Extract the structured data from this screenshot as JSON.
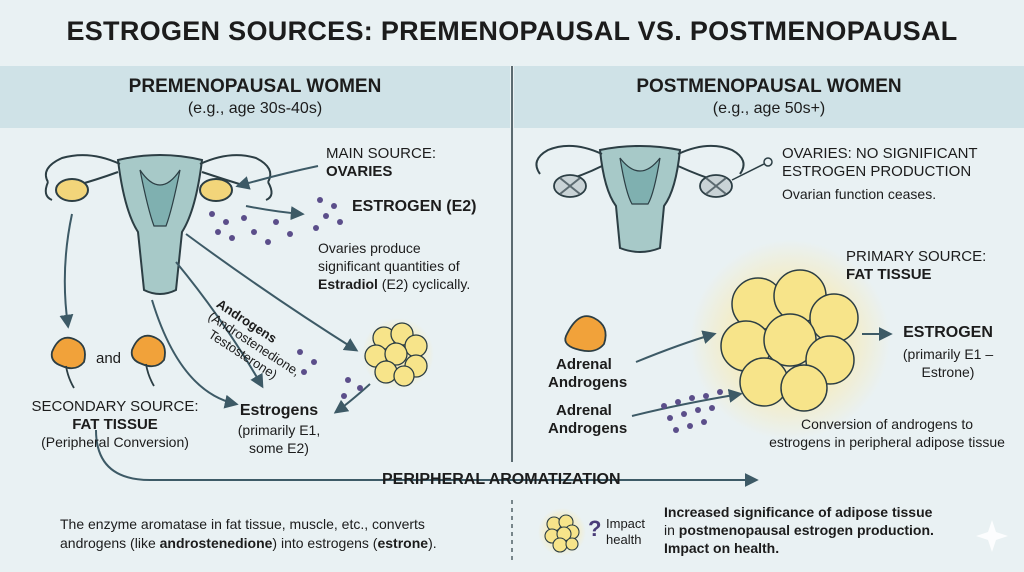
{
  "title": "ESTROGEN SOURCES: PREMENOPAUSAL VS. POSTMENOPAUSAL",
  "premenopausal": {
    "heading": "PREMENOPAUSAL WOMEN",
    "subheading": "(e.g., age 30s-40s)",
    "main_source_label": "MAIN SOURCE:",
    "main_source_value": "OVARIES",
    "estrogen_label": "ESTROGEN (E2)",
    "ovary_desc_1": "Ovaries produce",
    "ovary_desc_2": "significant quantities of",
    "ovary_desc_3_bold": "Estradiol",
    "ovary_desc_3_rest": " (E2) cyclically.",
    "androgens_label": "Androgens",
    "androgens_detail_1": "(Androstenedione,",
    "androgens_detail_2": "Testosterone)",
    "and_label": "and",
    "secondary_label": "SECONDARY SOURCE:",
    "secondary_value": "FAT TISSUE",
    "secondary_note": "(Peripheral Conversion)",
    "estrogens_label": "Estrogens",
    "estrogens_detail_1": "(primarily E1,",
    "estrogens_detail_2": "some E2)"
  },
  "postmenopausal": {
    "heading": "POSTMENOPAUSAL WOMEN",
    "subheading": "(e.g., age 50s+)",
    "ovaries_label_1": "OVARIES: NO SIGNIFICANT",
    "ovaries_label_2": "ESTROGEN PRODUCTION",
    "ovaries_note": "Ovarian function ceases.",
    "primary_label": "PRIMARY SOURCE:",
    "primary_value": "FAT TISSUE",
    "adrenal_1a": "Adrenal",
    "adrenal_1b": "Androgens",
    "adrenal_2a": "Adrenal",
    "adrenal_2b": "Androgens",
    "estrogen_label": "ESTROGEN",
    "estrogen_detail_1": "(primarily E1 –",
    "estrogen_detail_2": "Estrone)",
    "conversion_1": "Conversion of androgens to",
    "conversion_2": "estrogens in peripheral adipose tissue"
  },
  "aromatization_label": "PERIPHERAL AROMATIZATION",
  "footer": {
    "left_1": "The enzyme aromatase in fat tissue, muscle, etc., converts",
    "left_2a": "androgens (like ",
    "left_2b": "androstenedione",
    "left_2c": ") into estrogens (",
    "left_2d": "estrone",
    "left_2e": ").",
    "impact_1": "Impact",
    "impact_2": "health",
    "impact_q": "?",
    "right_1": "Increased significance of adipose tissue",
    "right_2a": "in ",
    "right_2b": "postmenopausal estrogen production.",
    "right_3": "Impact on health."
  },
  "colors": {
    "background": "#e9f1f3",
    "header_band": "#cfe2e7",
    "uterus": "#a7c9c8",
    "outline": "#2c3e44",
    "arrow": "#3d5a66",
    "ovary_fill": "#f2d57a",
    "fat_fill": "#f7e48a",
    "fat_glow": "#fbe9a6",
    "adrenal": "#f1a23a",
    "dots": "#5b4e8a"
  }
}
